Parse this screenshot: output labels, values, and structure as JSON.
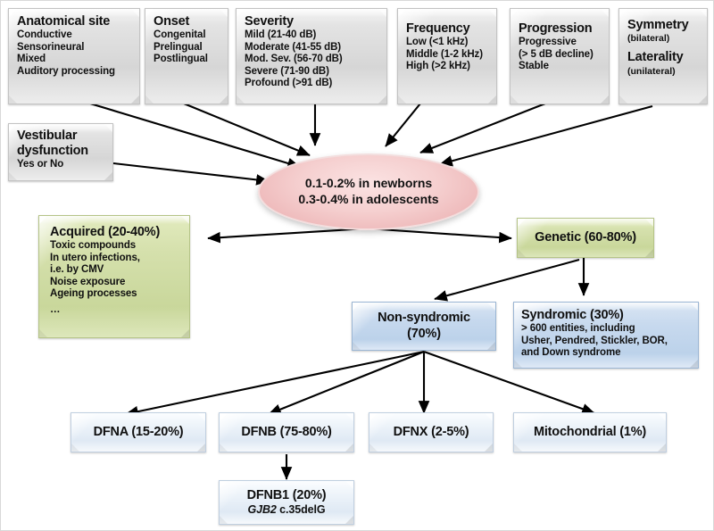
{
  "diagram": {
    "title": "Hearing loss classification and etiology flow chart",
    "colors": {
      "grey_box": "#dcdcdc",
      "green_box": "#cfdba4",
      "blue_box": "#c5d8ed",
      "bluewhite_box": "#eaf1f8",
      "ellipse": "#f1c5c6",
      "arrow": "#000000"
    }
  },
  "top_boxes": [
    {
      "id": "anatomical-site",
      "heading": "Anatomical site",
      "lines": [
        "Conductive",
        "Sensorineural",
        "Mixed",
        "Auditory  processing"
      ]
    },
    {
      "id": "onset",
      "heading": "Onset",
      "lines": [
        "Congenital",
        "Prelingual",
        "Postlingual"
      ]
    },
    {
      "id": "severity",
      "heading": "Severity",
      "lines": [
        "Mild  (21-40 dB)",
        "Moderate  (41-55 dB)",
        "Mod. Sev. (56-70 dB)",
        "Severe (71-90 dB)",
        "Profound (>91 dB)"
      ]
    },
    {
      "id": "frequency",
      "heading": "Frequency",
      "lines": [
        "Low (<1 kHz)",
        "Middle  (1-2 kHz)",
        "High (>2 kHz)"
      ]
    },
    {
      "id": "progression",
      "heading": "Progression",
      "lines": [
        "Progressive",
        " (> 5 dB decline)",
        "Stable"
      ]
    },
    {
      "id": "symmetry",
      "heading": "Symmetry",
      "sub1": "(bilateral)",
      "heading2": "Laterality",
      "sub2": "(unilateral)"
    },
    {
      "id": "vestibular-dysfunction",
      "heading_line1": "Vestibular",
      "heading_line2": "dysfunction",
      "lines": [
        "Yes or No"
      ]
    }
  ],
  "center": {
    "line1": "0.1-0.2% in newborns",
    "line2": "0.3-0.4% in adolescents"
  },
  "etiology": {
    "acquired": {
      "heading": "Acquired (20-40%)",
      "lines": [
        "Toxic compounds",
        "In utero infections,",
        "i.e. by CMV",
        "Noise exposure",
        "Ageing  processes",
        "…"
      ]
    },
    "genetic": {
      "heading": "Genetic (60-80%)"
    }
  },
  "genetic_split": {
    "non_syndromic": {
      "line1": "Non-syndromic",
      "line2": "(70%)"
    },
    "syndromic": {
      "heading": "Syndromic (30%)",
      "lines": [
        "> 600 entities,  including",
        "Usher, Pendred, Stickler, BOR,",
        "and Down syndrome"
      ]
    }
  },
  "non_syndromic_types": [
    {
      "id": "dfna",
      "label": "DFNA (15-20%)"
    },
    {
      "id": "dfnb",
      "label": "DFNB (75-80%)"
    },
    {
      "id": "dfnx",
      "label": "DFNX (2-5%)"
    },
    {
      "id": "mitochondrial",
      "label": "Mitochondrial (1%)"
    }
  ],
  "dfnb1": {
    "line1": "DFNB1 (20%)",
    "gene": "GJB2",
    "variant": " c.35delG"
  }
}
